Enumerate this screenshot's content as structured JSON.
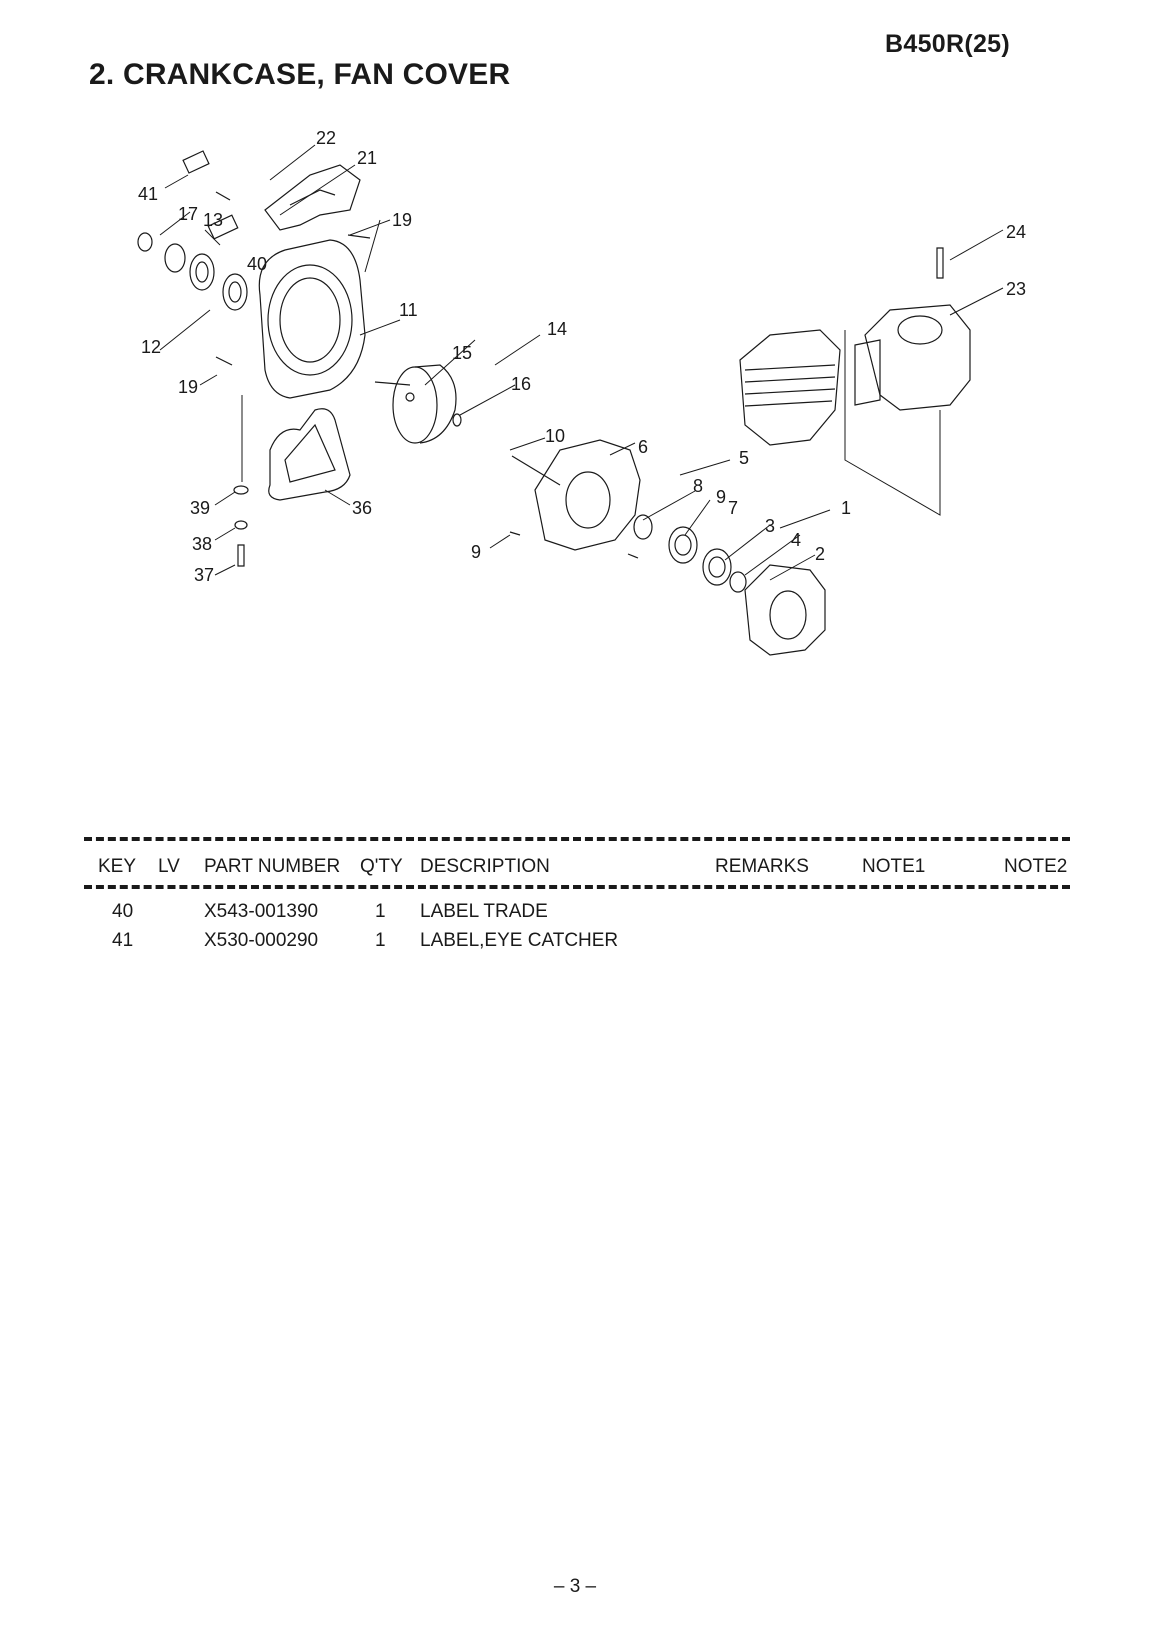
{
  "header": {
    "model_code": "B450R(25)",
    "title": "2. CRANKCASE, FAN COVER"
  },
  "diagram": {
    "callouts": [
      "22",
      "21",
      "41",
      "17",
      "13",
      "19",
      "40",
      "24",
      "23",
      "11",
      "12",
      "14",
      "15",
      "16",
      "19",
      "10",
      "6",
      "5",
      "8",
      "9",
      "7",
      "1",
      "3",
      "4",
      "2",
      "9",
      "39",
      "36",
      "38",
      "37"
    ]
  },
  "table": {
    "headers": {
      "key": "KEY",
      "lv": "LV",
      "part_number": "PART NUMBER",
      "qty": "Q'TY",
      "description": "DESCRIPTION",
      "remarks": "REMARKS",
      "note1": "NOTE1",
      "note2": "NOTE2"
    },
    "rows": [
      {
        "key": "40",
        "lv": "",
        "part_number": "X543-001390",
        "qty": "1",
        "description": "LABEL TRADE",
        "remarks": "",
        "note1": "",
        "note2": ""
      },
      {
        "key": "41",
        "lv": "",
        "part_number": "X530-000290",
        "qty": "1",
        "description": "LABEL,EYE CATCHER",
        "remarks": "",
        "note1": "",
        "note2": ""
      }
    ]
  },
  "footer": {
    "page_number": "– 3 –"
  }
}
